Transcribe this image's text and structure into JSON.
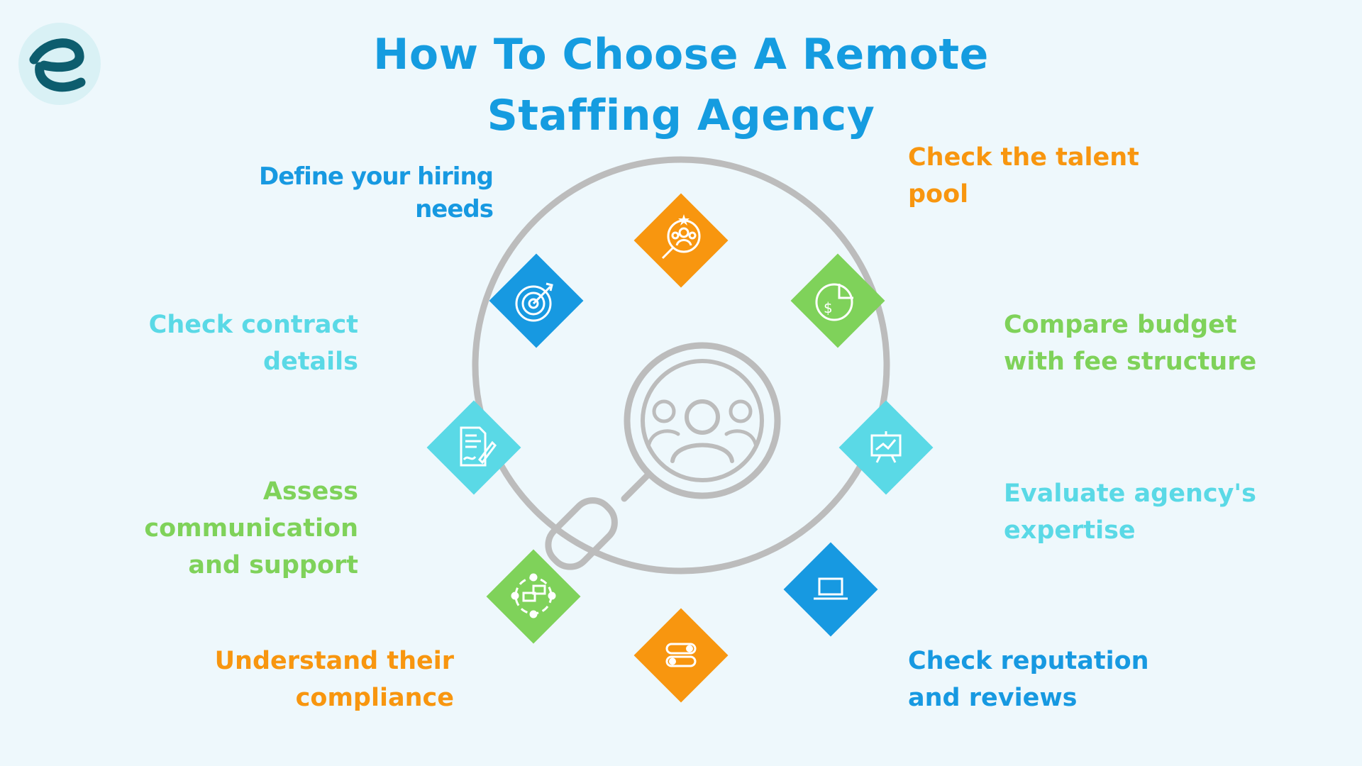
{
  "title": {
    "line1": "How To Choose A Remote",
    "line2": "Staffing Agency"
  },
  "colors": {
    "background": "#eef8fc",
    "title": "#159ce0",
    "blue": "#1799e1",
    "orange": "#f8960f",
    "green": "#7fd25a",
    "cyan": "#5ad9e6",
    "ring": "#bcbcbc"
  },
  "steps": [
    {
      "id": "define-hiring-needs",
      "lines": [
        "Define your hiring",
        "needs"
      ],
      "color": "#1799e1",
      "icon": "target-icon"
    },
    {
      "id": "check-talent-pool",
      "lines": [
        "Check the talent",
        "pool"
      ],
      "color": "#f8960f",
      "icon": "talent-search-icon"
    },
    {
      "id": "compare-budget",
      "lines": [
        "Compare budget",
        "with fee structure"
      ],
      "color": "#7fd25a",
      "icon": "budget-chart-icon"
    },
    {
      "id": "evaluate-expertise",
      "lines": [
        "Evaluate agency's",
        "expertise"
      ],
      "color": "#5ad9e6",
      "icon": "presentation-board-icon"
    },
    {
      "id": "check-reputation",
      "lines": [
        "Check reputation",
        "and reviews"
      ],
      "color": "#1799e1",
      "icon": "laptop-icon"
    },
    {
      "id": "understand-compliance",
      "lines": [
        "Understand their",
        "compliance"
      ],
      "color": "#f8960f",
      "icon": "toggle-switch-icon"
    },
    {
      "id": "assess-communication",
      "lines": [
        "Assess",
        "communication",
        "and support"
      ],
      "color": "#7fd25a",
      "icon": "team-chat-icon"
    },
    {
      "id": "check-contract",
      "lines": [
        "Check contract",
        "details"
      ],
      "color": "#5ad9e6",
      "icon": "contract-sign-icon"
    }
  ],
  "center_icon": "magnifier-people-icon",
  "logo_icon": "e-logo-icon"
}
